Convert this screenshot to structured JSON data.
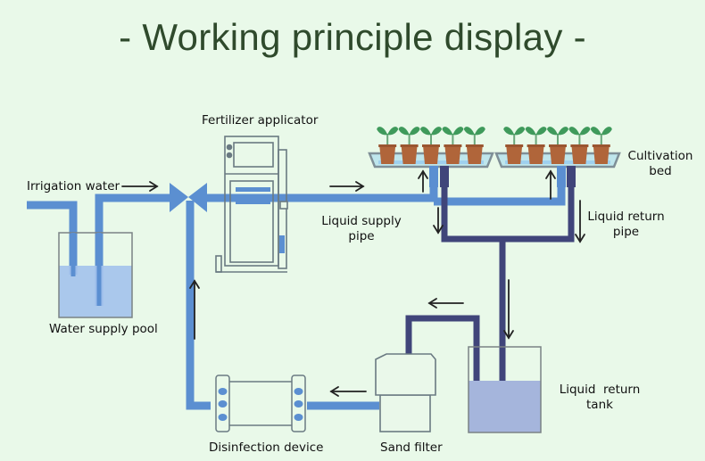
{
  "title": "- Working principle display -",
  "colors": {
    "background": "#e9f9e9",
    "title": "#2f4a2c",
    "supply_pipe": "#5b8fd1",
    "return_pipe": "#40457a",
    "water": "#a3c2ec",
    "return_water": "#a5b5dc",
    "outline": "#7a8285",
    "leaf": "#3f9a5b",
    "pot": "#b0653a",
    "arrow": "#222222"
  },
  "labels": {
    "irrigation_water": "Irrigation water",
    "water_supply_pool": "Water supply pool",
    "fertilizer_applicator": "Fertilizer applicator",
    "liquid_supply_pipe_line1": "Liquid supply",
    "liquid_supply_pipe_line2": "pipe",
    "cultivation_bed_line1": "Cultivation",
    "cultivation_bed_line2": "bed",
    "liquid_return_pipe_line1": "Liquid return",
    "liquid_return_pipe_line2": "pipe",
    "liquid_return_tank_line1": "Liquid  return",
    "liquid_return_tank_line2": "tank",
    "sand_filter": "Sand filter",
    "disinfection_device": "Disinfection device"
  },
  "components": [
    "water-supply-pool",
    "valve",
    "fertilizer-applicator",
    "cultivation-bed-left",
    "cultivation-bed-right",
    "liquid-return-tank",
    "sand-filter",
    "disinfection-device"
  ],
  "plants_per_bed": 5
}
